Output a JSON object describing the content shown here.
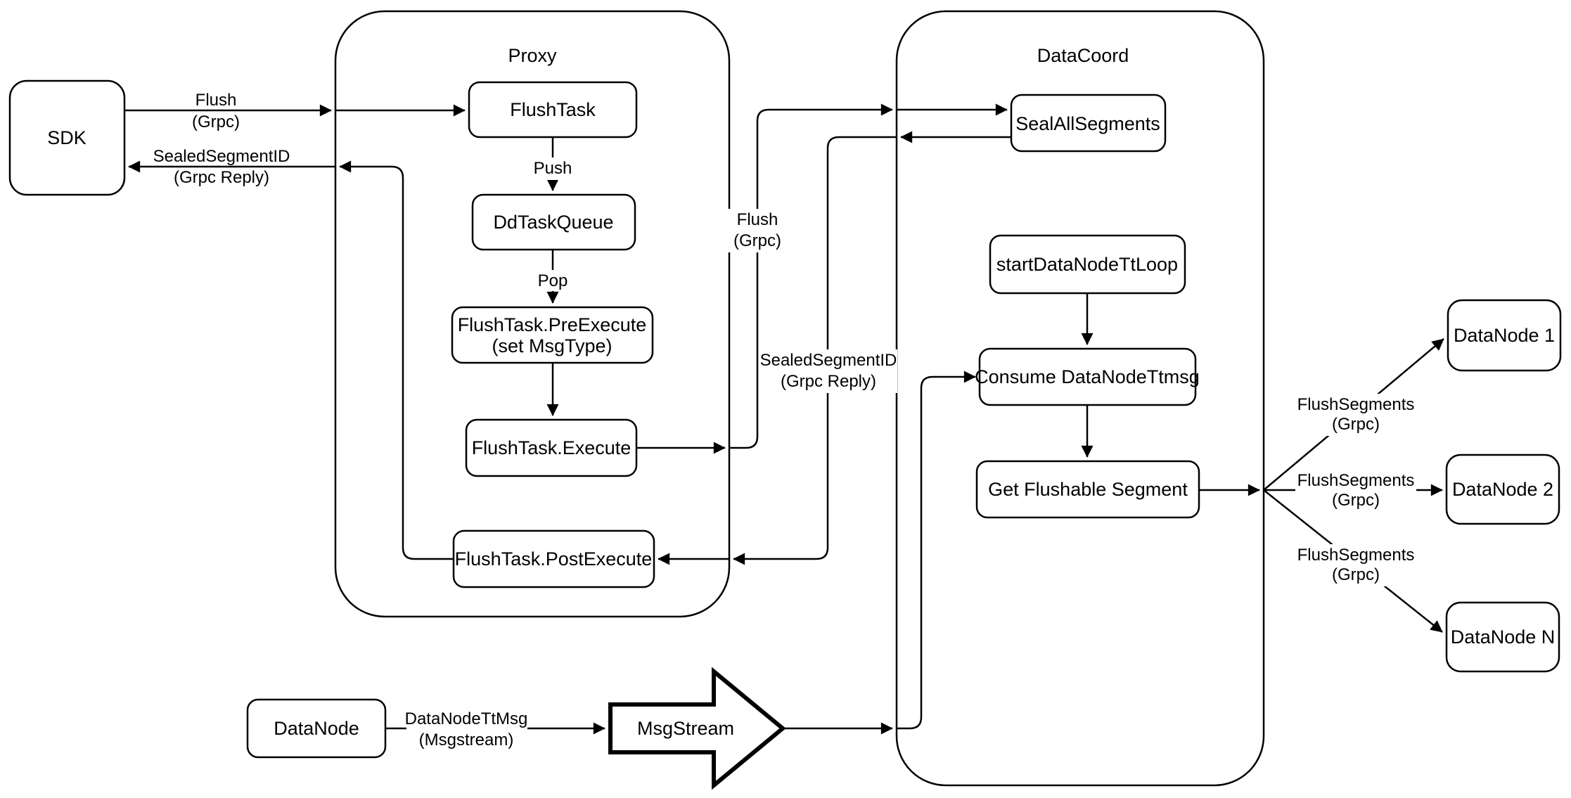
{
  "diagram": {
    "colors": {
      "stroke": "#000000",
      "node_fill": "#ffffff",
      "background": "#ffffff"
    },
    "containers": {
      "proxy": "Proxy",
      "datacoord": "DataCoord"
    },
    "nodes": {
      "sdk": "SDK",
      "flushtask": "FlushTask",
      "ddtaskqueue": "DdTaskQueue",
      "pre_execute": [
        "FlushTask.PreExecute",
        "(set MsgType)"
      ],
      "execute": "FlushTask.Execute",
      "post_execute": "FlushTask.PostExecute",
      "seal_all_segments": "SealAllSegments",
      "start_datanode_tt_loop": "startDataNodeTtLoop",
      "consume_datanode_ttmsg": "Consume DataNodeTtmsg",
      "get_flushable_segment": "Get Flushable Segment",
      "datanode_1": "DataNode 1",
      "datanode_2": "DataNode 2",
      "datanode_n": "DataNode N",
      "datanode": "DataNode",
      "msgstream": "MsgStream"
    },
    "edge_labels": {
      "sdk_flush": [
        "Flush",
        "(Grpc)"
      ],
      "sdk_reply": [
        "SealedSegmentID",
        "(Grpc Reply)"
      ],
      "push": "Push",
      "pop": "Pop",
      "flush_grpc": [
        "Flush",
        "(Grpc)"
      ],
      "sealed_reply": [
        "SealedSegmentID",
        "(Grpc Reply)"
      ],
      "flush_segments_1": [
        "FlushSegments",
        "(Grpc)"
      ],
      "flush_segments_2": [
        "FlushSegments",
        "(Grpc)"
      ],
      "flush_segments_3": [
        "FlushSegments",
        "(Grpc)"
      ],
      "datanode_ttmsg": [
        "DataNodeTtMsg",
        "(Msgstream)"
      ]
    }
  }
}
